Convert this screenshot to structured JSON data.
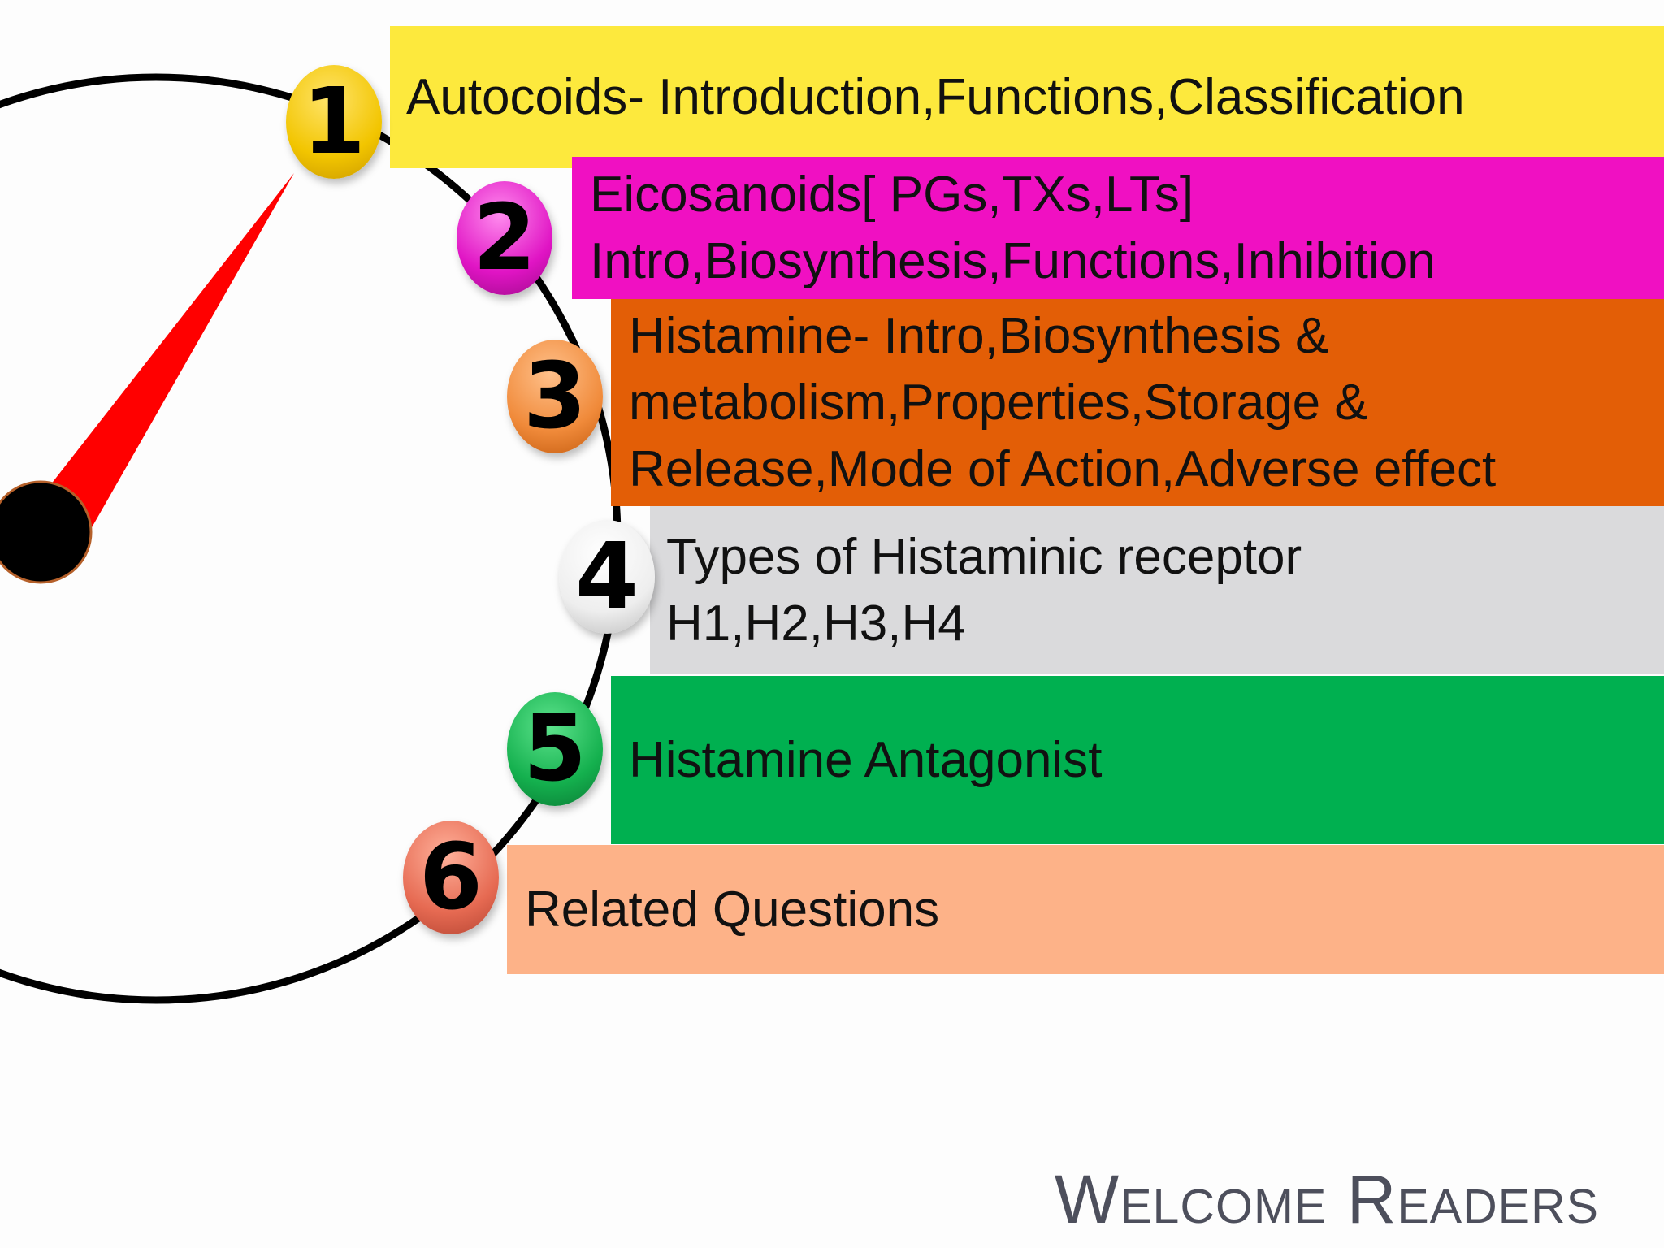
{
  "items": [
    {
      "number": "1",
      "lines": [
        "Autocoids- Introduction,Functions,Classification"
      ],
      "color": "#fde93d"
    },
    {
      "number": "2",
      "lines": [
        "Eicosanoids[ PGs,TXs,LTs]",
        "Intro,Biosynthesis,Functions,Inhibition"
      ],
      "color": "#f010c2"
    },
    {
      "number": "3",
      "lines": [
        "Histamine- Intro,Biosynthesis &",
        "metabolism,Properties,Storage &",
        "Release,Mode of Action,Adverse effect"
      ],
      "color": "#e35e06"
    },
    {
      "number": "4",
      "lines": [
        "Types of Histaminic receptor",
        "H1,H2,H3,H4"
      ],
      "color": "#dadadc"
    },
    {
      "number": "5",
      "lines": [
        "Histamine Antagonist"
      ],
      "color": "#00b050"
    },
    {
      "number": "6",
      "lines": [
        "Related Questions"
      ],
      "color": "#fdb288"
    }
  ],
  "footer": {
    "title": "Welcome Readers"
  },
  "colors": {
    "needle": "#ff0000",
    "hub": "#000000",
    "ring": "#000000"
  }
}
